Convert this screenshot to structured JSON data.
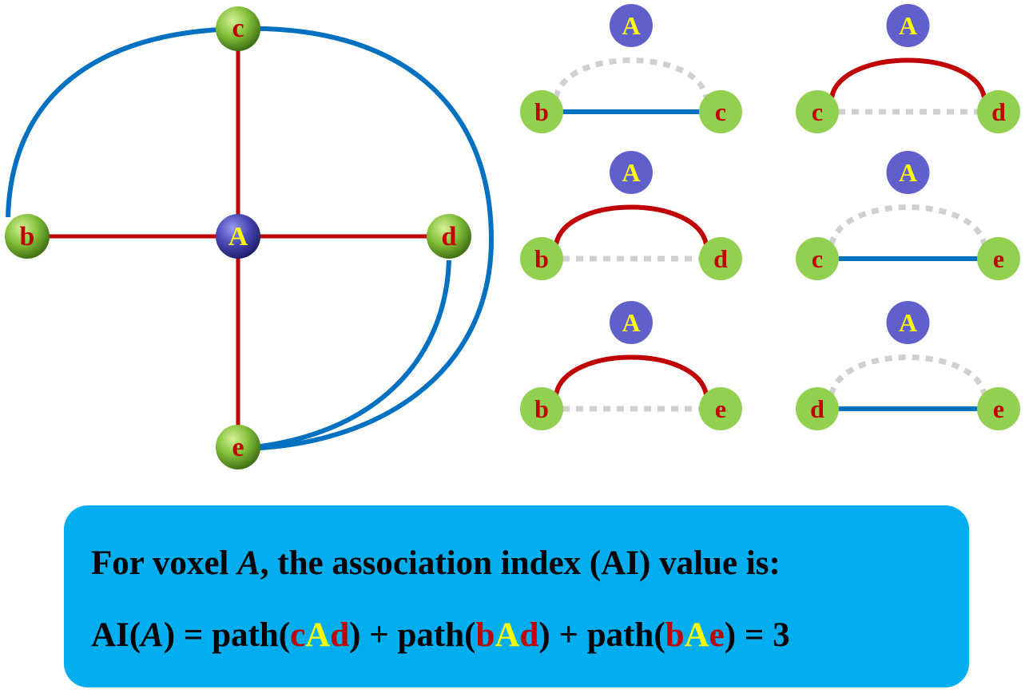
{
  "main_graph": {
    "center": "A",
    "nodes": [
      "b",
      "c",
      "d",
      "e"
    ]
  },
  "triads": [
    {
      "top": "A",
      "left": "b",
      "right": "c",
      "solid": "bottom"
    },
    {
      "top": "A",
      "left": "c",
      "right": "d",
      "solid": "arc"
    },
    {
      "top": "A",
      "left": "b",
      "right": "d",
      "solid": "arc"
    },
    {
      "top": "A",
      "left": "c",
      "right": "e",
      "solid": "bottom"
    },
    {
      "top": "A",
      "left": "b",
      "right": "e",
      "solid": "arc"
    },
    {
      "top": "A",
      "left": "d",
      "right": "e",
      "solid": "bottom"
    }
  ],
  "formula": {
    "line1_prefix": "For voxel ",
    "line1_var": "A",
    "line1_suffix": ", the association index (AI) value is:",
    "ai_open": "AI(",
    "ai_var": "A",
    "ai_close": ") = path(",
    "t1": [
      "c",
      "A",
      "d"
    ],
    "plus": ") + path(",
    "t2": [
      "b",
      "A",
      "d"
    ],
    "t3": [
      "b",
      "A",
      "e"
    ],
    "tail": ") = 3"
  },
  "colors": {
    "red_edge": "#c00000",
    "blue_edge": "#0070c0",
    "dotted_edge": "#d0d0d0",
    "green_node": "#92d050",
    "blue_node": "#6060cc",
    "label_red": "#c00000",
    "label_yellow": "#ffff00",
    "box": "#00adef"
  }
}
